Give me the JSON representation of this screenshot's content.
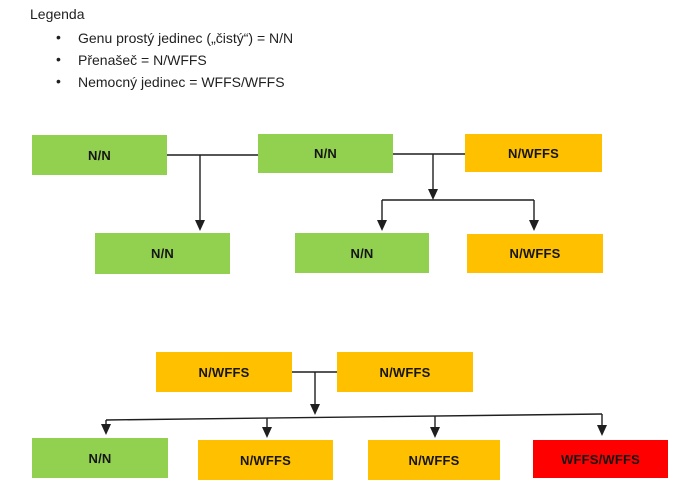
{
  "colors": {
    "clear": "#92d050",
    "carrier": "#ffc000",
    "affected": "#ff0000",
    "line": "#1f1f1f",
    "background": "#ffffff"
  },
  "legend": {
    "title": "Legenda",
    "items": [
      "Genu prostý jedinec („čistý“) = N/N",
      "Přenašeč = N/WFFS",
      "Nemocný jedinec = WFFS/WFFS"
    ]
  },
  "pedigree_top": {
    "parent_left": "N/N",
    "parent_middle": "N/N",
    "parent_right": "N/WFFS",
    "child_left": "N/N",
    "child_middle": "N/N",
    "child_right": "N/WFFS"
  },
  "pedigree_bottom": {
    "parent_left": "N/WFFS",
    "parent_right": "N/WFFS",
    "children": [
      "N/N",
      "N/WFFS",
      "N/WFFS",
      "WFFS/WFFS"
    ]
  }
}
